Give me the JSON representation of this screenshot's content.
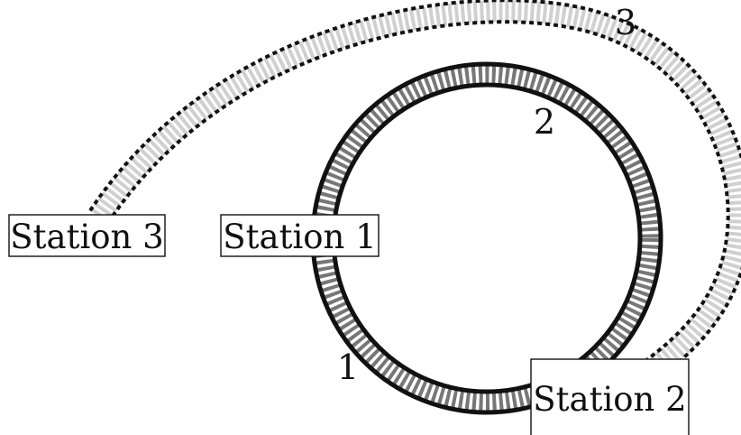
{
  "diagram": {
    "stations": [
      {
        "id": "station-3",
        "label": "Station 3"
      },
      {
        "id": "station-1",
        "label": "Station 1"
      },
      {
        "id": "station-2",
        "label": "Station 2"
      }
    ],
    "tracks": [
      {
        "id": "track-1",
        "number": "1",
        "style": "solid rails, grey sleepers"
      },
      {
        "id": "track-2",
        "number": "2",
        "style": "solid rails, grey sleepers"
      },
      {
        "id": "track-3",
        "number": "3",
        "style": "dashed rails, light sleepers"
      }
    ]
  },
  "colors": {
    "rail": "#111111",
    "sleeper_dark": "#777777",
    "sleeper_light": "#d0d0d0",
    "background": "#ffffff"
  }
}
